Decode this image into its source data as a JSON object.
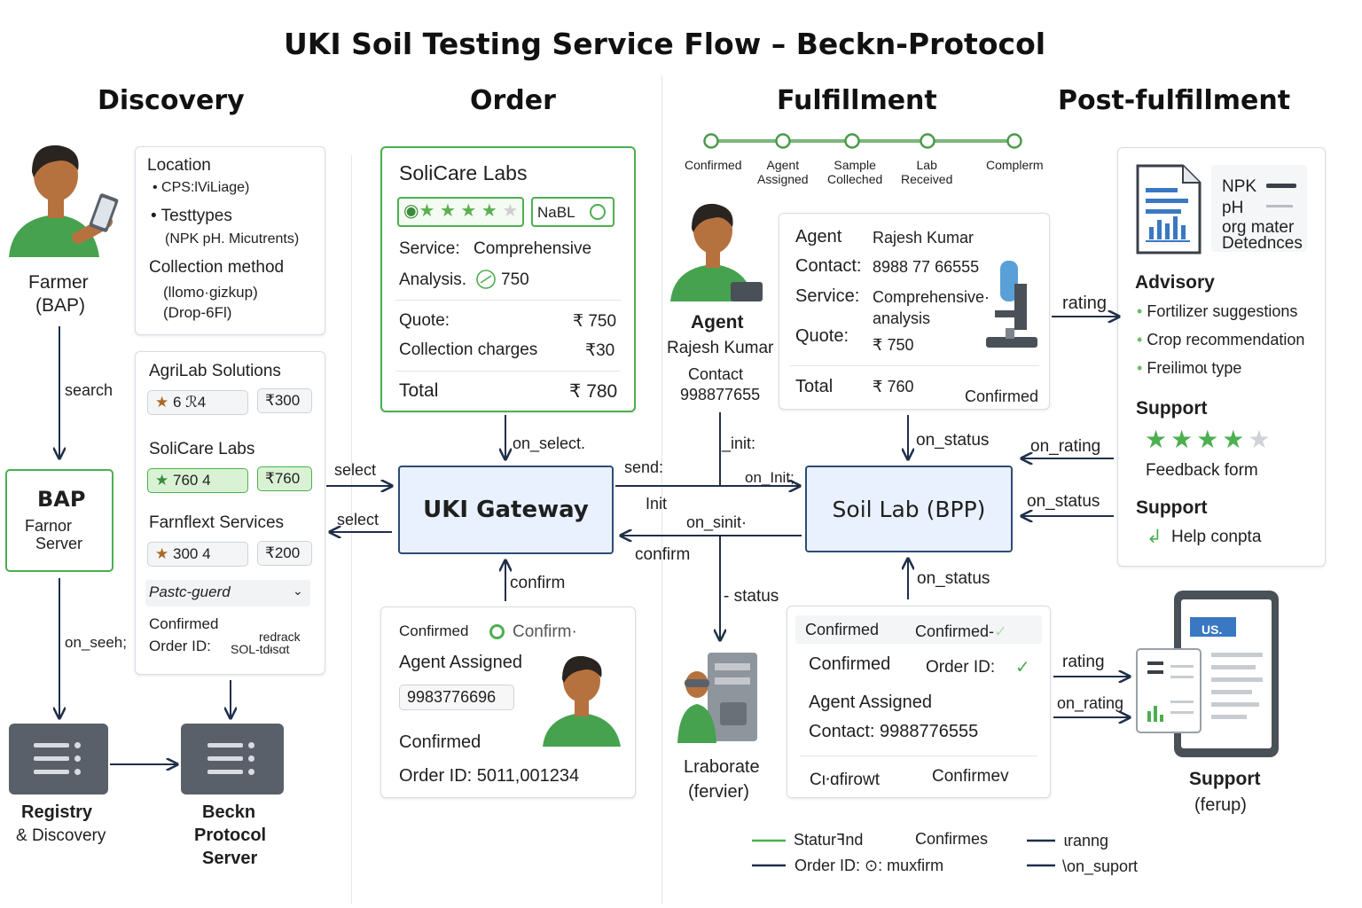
{
  "title": "UKI Soil Testing Service Flow – Beckn-Protocol",
  "sections": [
    "Discovery",
    "Order",
    "Fulfillment",
    "Post-fulfillment"
  ],
  "farmer": {
    "name": "Farmer",
    "sub": "(BAP)"
  },
  "discovery_card": {
    "location_h": "Location",
    "location_v": "CPS:lViLiage)",
    "testtypes_h": "Testtypes",
    "testtypes_v": "(NPK  pH. Micutrents)",
    "collection_h": "Collection method",
    "collection_v1": "(llomo·gizkup)",
    "collection_v2": "(Drop-6Fl)"
  },
  "labs_card": {
    "lab1": {
      "name": "AgriLab Solutions",
      "rating": "6 ℛ4",
      "price": "₹300"
    },
    "lab2": {
      "name": "SoliCare Labs",
      "rating": "760  4",
      "price": "₹760"
    },
    "lab3": {
      "name": "Farnflext Services",
      "rating": "300  4",
      "price": "₹200"
    },
    "dropdown": "Pastc-guerd",
    "confirmed": "Confirmed",
    "orderid": "Order ID:",
    "redrack": "redrack",
    "sol": "SOL-tdᵻsαt"
  },
  "bap_node": {
    "title": "BAP",
    "sub1": "Farnor",
    "sub2": "Server"
  },
  "registry": {
    "l1": "Registry",
    "l2": "& Discovery"
  },
  "beckn": {
    "l1": "Beckn",
    "l2": "Protocol",
    "l3": "Server"
  },
  "order_card": {
    "name": "SoliCare Labs",
    "nabl": "NaBL",
    "service_lbl": "Service:",
    "service_val": "Comprehensive",
    "analysis_lbl": "Analysis.",
    "analysis_val": "750",
    "quote_lbl": "Quote:",
    "quote_val": "₹ 750",
    "coll_lbl": "Collection charges",
    "coll_val": "₹30",
    "total_lbl": "Total",
    "total_val": "₹ 780"
  },
  "gateway": "UKI Gateway",
  "soil_lab": "Soil Lab (BPP)",
  "confirm_card": {
    "confirmed1": "Confirmed",
    "confirm2": "Confirm·",
    "agent_assigned": "Agent Assigned",
    "phone": "9983776696",
    "confirmed3": "Confirmed",
    "orderid": "Order ID: 5011,001234"
  },
  "timeline": {
    "steps": [
      "Confirmed",
      "Agent\nAssigned",
      "Sample\nColleched",
      "Lab\nReceived",
      "Complerm"
    ]
  },
  "agent_fig": {
    "label": "Agent",
    "name": "Rajesh Kumar",
    "contact_lbl": "Contact",
    "contact_val": "998877655"
  },
  "agent_card": {
    "agent_lbl": "Agent",
    "agent_val": "Rajesh Kumar",
    "contact_lbl": "Contact:",
    "contact_val": "8988 77 66555",
    "service_lbl": "Service:",
    "service_val1": "Comprehensive·",
    "service_val2": "analysis",
    "quote_lbl": "Quote:",
    "quote_val": "₹ 750",
    "total_lbl": "Total",
    "total_val": "₹ 760",
    "status": "Confirmed"
  },
  "lab_status_card": {
    "r1a": "Confirmed",
    "r1b": "Confirmed-",
    "r2a": "Confirmed",
    "r2b": "Order ID:",
    "r3": "Agent Assigned",
    "r4": "Contact: 9988776555",
    "r5a": "Cι⸱ɑfirowt",
    "r5b": "Confirmev"
  },
  "laboratory": {
    "l1": "Lraborate",
    "l2": "(fervier)"
  },
  "post_card": {
    "npk": "NPK",
    "ph": "pH",
    "org": "org  mater",
    "det": "Detednces",
    "advisory_h": "Advisory",
    "advisory_items": [
      "Fortilizer suggestions",
      "Crop recommendation",
      "Freilimoɩ type"
    ],
    "support_h": "Support",
    "feedback": "Feedback form",
    "support_h2": "Support",
    "help": "Help conpta"
  },
  "support_fig": {
    "l1": "Support",
    "l2": "(ferup)",
    "badge": "US."
  },
  "arrows": {
    "search": "search",
    "on_search": "on_seeh;",
    "select1": "select",
    "select2": "select",
    "on_select": "on_select.",
    "confirm_up": "confirm",
    "send": "send:",
    "init_v": "_init:",
    "on_init": "on_Init;",
    "init": "Init",
    "on_sinit": "on_sinit·",
    "confirm_mid": "confirm",
    "status": "- status",
    "on_status_top": "on_status",
    "on_status_bot": "on_status",
    "rating_top": "rating",
    "on_rating": "on_rating",
    "on_status_r": "on_status",
    "rating_bot": "rating",
    "on_rating_bot": "on_rating"
  },
  "legend": {
    "a": "Staturꟻnd",
    "b": "Confirmes",
    "c": "Order ID: ⊙: muxfirm",
    "d": "ɩranng",
    "e": "\\on_suport"
  },
  "colors": {
    "green": "#4caf50",
    "navy": "#2f4b74",
    "node_fill": "#e8f1fd",
    "skin": "#b5723f",
    "hair": "#2a2420",
    "shirt": "#46a24f"
  }
}
